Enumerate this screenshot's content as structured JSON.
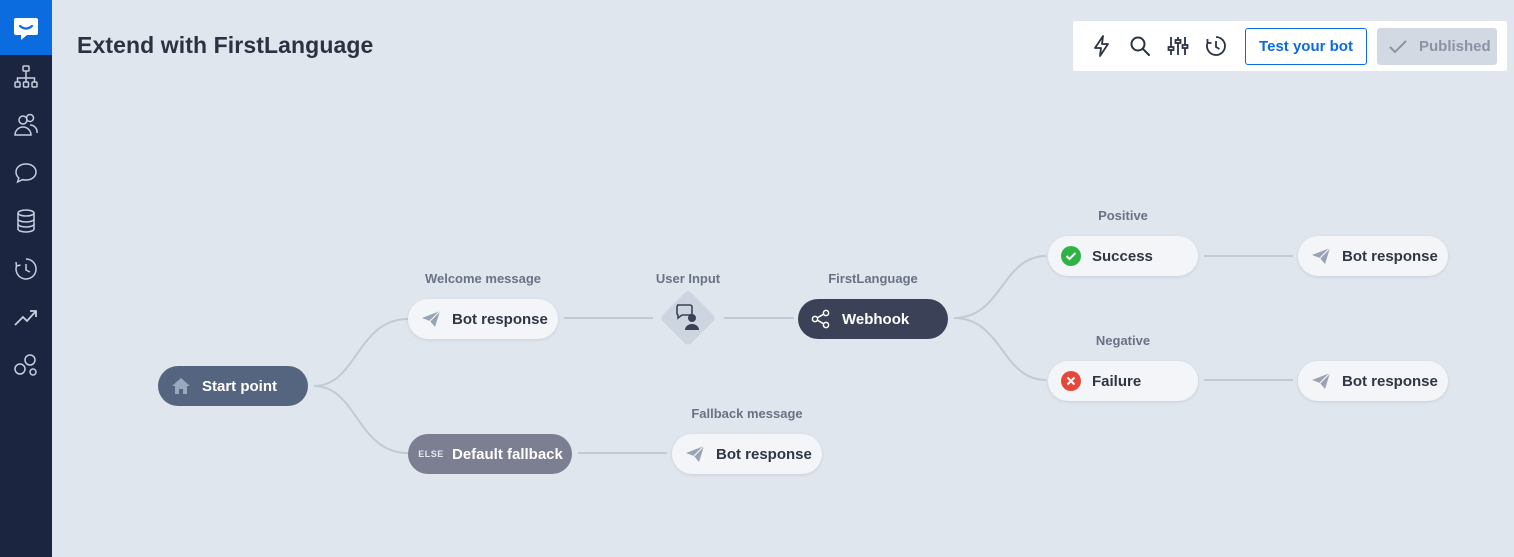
{
  "page": {
    "title": "Extend with FirstLanguage"
  },
  "sidebar": {
    "items": [
      {
        "icon": "chat-bubble-logo-icon"
      },
      {
        "icon": "stories-tree-icon"
      },
      {
        "icon": "users-icon"
      },
      {
        "icon": "conversations-icon"
      },
      {
        "icon": "database-icon"
      },
      {
        "icon": "history-icon"
      },
      {
        "icon": "reports-trend-icon"
      },
      {
        "icon": "integrations-bubbles-icon"
      }
    ]
  },
  "toolbar": {
    "icons": [
      "lightning-icon",
      "search-icon",
      "sliders-icon",
      "history-icon"
    ],
    "test_label": "Test your bot",
    "published_label": "Published"
  },
  "flow": {
    "start": {
      "label": "Start point"
    },
    "welcome": {
      "caption": "Welcome message",
      "label": "Bot response"
    },
    "user_input": {
      "caption": "User Input"
    },
    "webhook": {
      "caption": "FirstLanguage",
      "label": "Webhook"
    },
    "success": {
      "caption": "Positive",
      "label": "Success"
    },
    "success_response": {
      "label": "Bot response"
    },
    "failure": {
      "caption": "Negative",
      "label": "Failure"
    },
    "failure_response": {
      "label": "Bot response"
    },
    "fallback": {
      "badge": "ELSE",
      "label": "Default fallback"
    },
    "fallback_response": {
      "caption": "Fallback message",
      "label": "Bot response"
    }
  },
  "colors": {
    "accent": "#0a6cdf",
    "sidebar": "#1c2540",
    "canvas": "#e0e6ee",
    "success": "#2fb344",
    "failure": "#e5483b"
  }
}
